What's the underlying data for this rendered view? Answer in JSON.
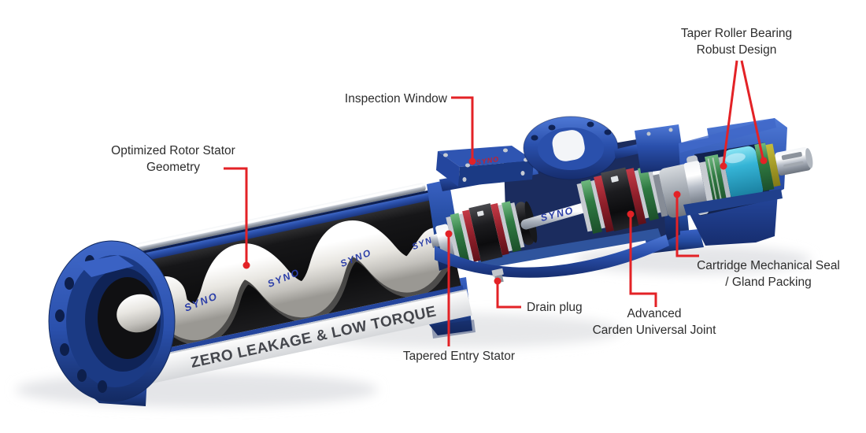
{
  "brand": "SYNO",
  "slogan": "ZERO LEAKAGE & LOW TORQUE",
  "colors": {
    "callout_red": "#e32226",
    "body_blue": "#2a50ac",
    "dark_navy": "#162d6e",
    "rotor_ivory": "#e9e7e2",
    "stator_black": "#141414",
    "chrome_silver": "#c9ced6",
    "sleeve_cyan": "#35b4d6",
    "bearing_green": "#2f7a42",
    "seal_gray": "#a8aeb6",
    "label_text": "#2d2d2d"
  },
  "labels": {
    "taper_roller_bearing": {
      "line1": "Taper Roller Bearing",
      "line2": "Robust Design"
    },
    "inspection_window": {
      "text": "Inspection Window"
    },
    "optimized_rotor_stator": {
      "line1": "Optimized Rotor Stator",
      "line2": "Geometry"
    },
    "cartridge_mechanical_seal": {
      "line1": "Cartridge Mechanical Seal",
      "line2": "/ Gland Packing"
    },
    "carden_universal_joint": {
      "line1": "Advanced",
      "line2": "Carden Universal Joint"
    },
    "drain_plug": {
      "text": "Drain plug"
    },
    "tapered_entry_stator": {
      "text": "Tapered Entry Stator"
    }
  }
}
